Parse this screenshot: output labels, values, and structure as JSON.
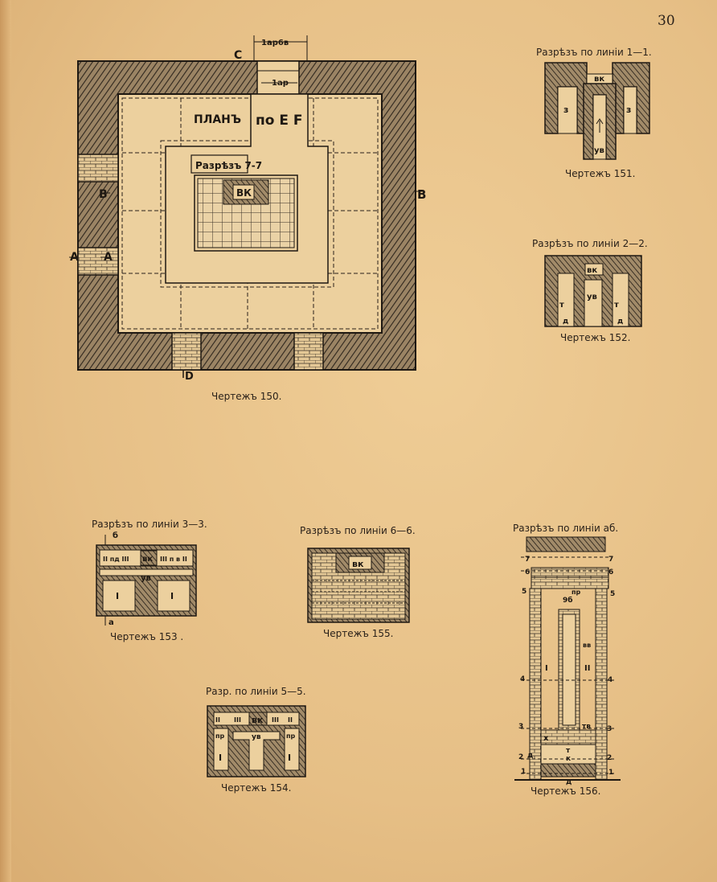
{
  "page_number": "30",
  "plan": {
    "title_plan": "ПЛАНЪ",
    "title_ef": "по E F",
    "section_label": "Разрѣзъ  7-7",
    "center_label": "ВК",
    "dim_top": "1ар6в",
    "dim_inner": "1ар",
    "axes": {
      "c": "C",
      "d": "D",
      "a_left": "A",
      "a_right": "A",
      "b_left": "B",
      "b_right": "B"
    }
  },
  "figures": [
    {
      "id": "150",
      "caption": "Чертежъ 150."
    },
    {
      "id": "151",
      "title": "Разрѣзъ по линіи 1—1.",
      "caption": "Чертежъ 151.",
      "labels": [
        "вк",
        "з",
        "з",
        "ув"
      ]
    },
    {
      "id": "152",
      "title": "Разрѣзъ по линіи 2—2.",
      "caption": "Чертежъ 152.",
      "labels": [
        "вк",
        "ув",
        "т",
        "т",
        "д",
        "д"
      ]
    },
    {
      "id": "153",
      "title": "Разрѣзъ по линіи 3—3.",
      "caption": "Чертежъ 153 .",
      "labels": [
        "б",
        "II пд III",
        "вк",
        "III п в II",
        "ув",
        "I",
        "I",
        "а"
      ]
    },
    {
      "id": "155",
      "title": "Разрѣзъ по линіи 6—6.",
      "caption": "Чертежъ 155.",
      "labels": [
        "вк"
      ]
    },
    {
      "id": "154",
      "title": "Разр. по линіи 5—5.",
      "caption": "Чертежъ 154.",
      "labels": [
        "II",
        "III",
        "вк",
        "III",
        "II",
        "пр",
        "ув",
        "пр",
        "I",
        "I"
      ]
    },
    {
      "id": "156",
      "title": "Разрѣзъ по линіи аб.",
      "caption": "Чертежъ 156.",
      "labels": [
        "7",
        "7",
        "6",
        "6",
        "5",
        "5",
        "пр",
        "9б",
        "вв",
        "I",
        "II",
        "4",
        "4",
        "3",
        "3",
        "х",
        "тв",
        "т",
        "к",
        "2",
        "2",
        "д",
        "1",
        "1",
        "д"
      ]
    }
  ]
}
